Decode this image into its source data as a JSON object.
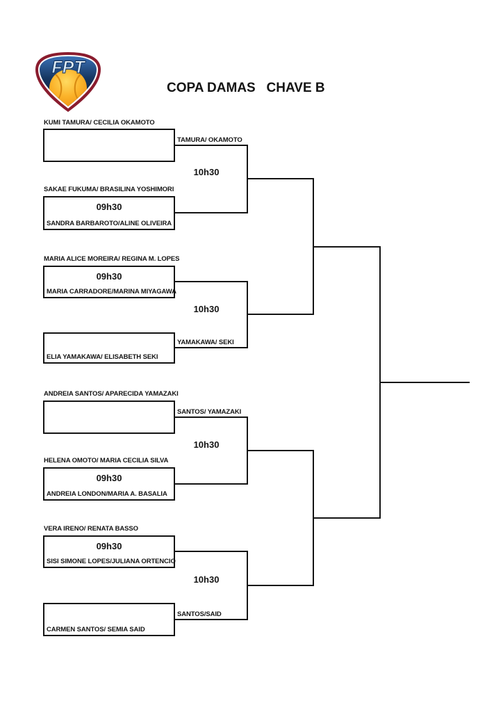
{
  "title": "COPA DAMAS   CHAVE B",
  "logo": {
    "text": "FPT"
  },
  "colors": {
    "line": "#141414",
    "shield_border": "#8a1c2e",
    "shield_navy_top": "#3a70b5",
    "shield_navy_bottom": "#0a1c38",
    "ball_orange": "#f9a825"
  },
  "sections": [
    {
      "above_top_label": "KUMI TAMURA/ CECILIA OKAMOTO",
      "top_box_time": "",
      "top_box_name": "",
      "winner_label": "TAMURA/ OKAMOTO",
      "match_time": "10h30",
      "above_bottom_label": "SAKAE FUKUMA/ BRASILINA YOSHIMORI",
      "bottom_box_time": "09h30",
      "bottom_box_name": "SANDRA BARBAROTO/ALINE OLIVEIRA"
    },
    {
      "above_top_label": "MARIA ALICE MOREIRA/ REGINA M. LOPES",
      "top_box_time": "09h30",
      "top_box_name": "MARIA CARRADORE/MARINA MIYAGAWA",
      "winner_label": "YAMAKAWA/ SEKI",
      "match_time": "10h30",
      "above_bottom_label": "",
      "bottom_box_time": "",
      "bottom_box_name": "ELIA YAMAKAWA/ ELISABETH SEKI"
    },
    {
      "above_top_label": "ANDREIA SANTOS/ APARECIDA YAMAZAKI",
      "top_box_time": "",
      "top_box_name": "",
      "winner_label": "SANTOS/ YAMAZAKI",
      "match_time": "10h30",
      "above_bottom_label": "HELENA OMOTO/ MARIA CECILIA SILVA",
      "bottom_box_time": "09h30",
      "bottom_box_name": "ANDREIA LONDON/MARIA A. BASALIA"
    },
    {
      "above_top_label": "VERA IRENO/ RENATA BASSO",
      "top_box_time": "09h30",
      "top_box_name": "SISI SIMONE LOPES/JULIANA ORTENCIO",
      "winner_label": "SANTOS/SAID",
      "match_time": "10h30",
      "above_bottom_label": "",
      "bottom_box_time": "",
      "bottom_box_name": "CARMEN SANTOS/ SEMIA SAID"
    }
  ]
}
